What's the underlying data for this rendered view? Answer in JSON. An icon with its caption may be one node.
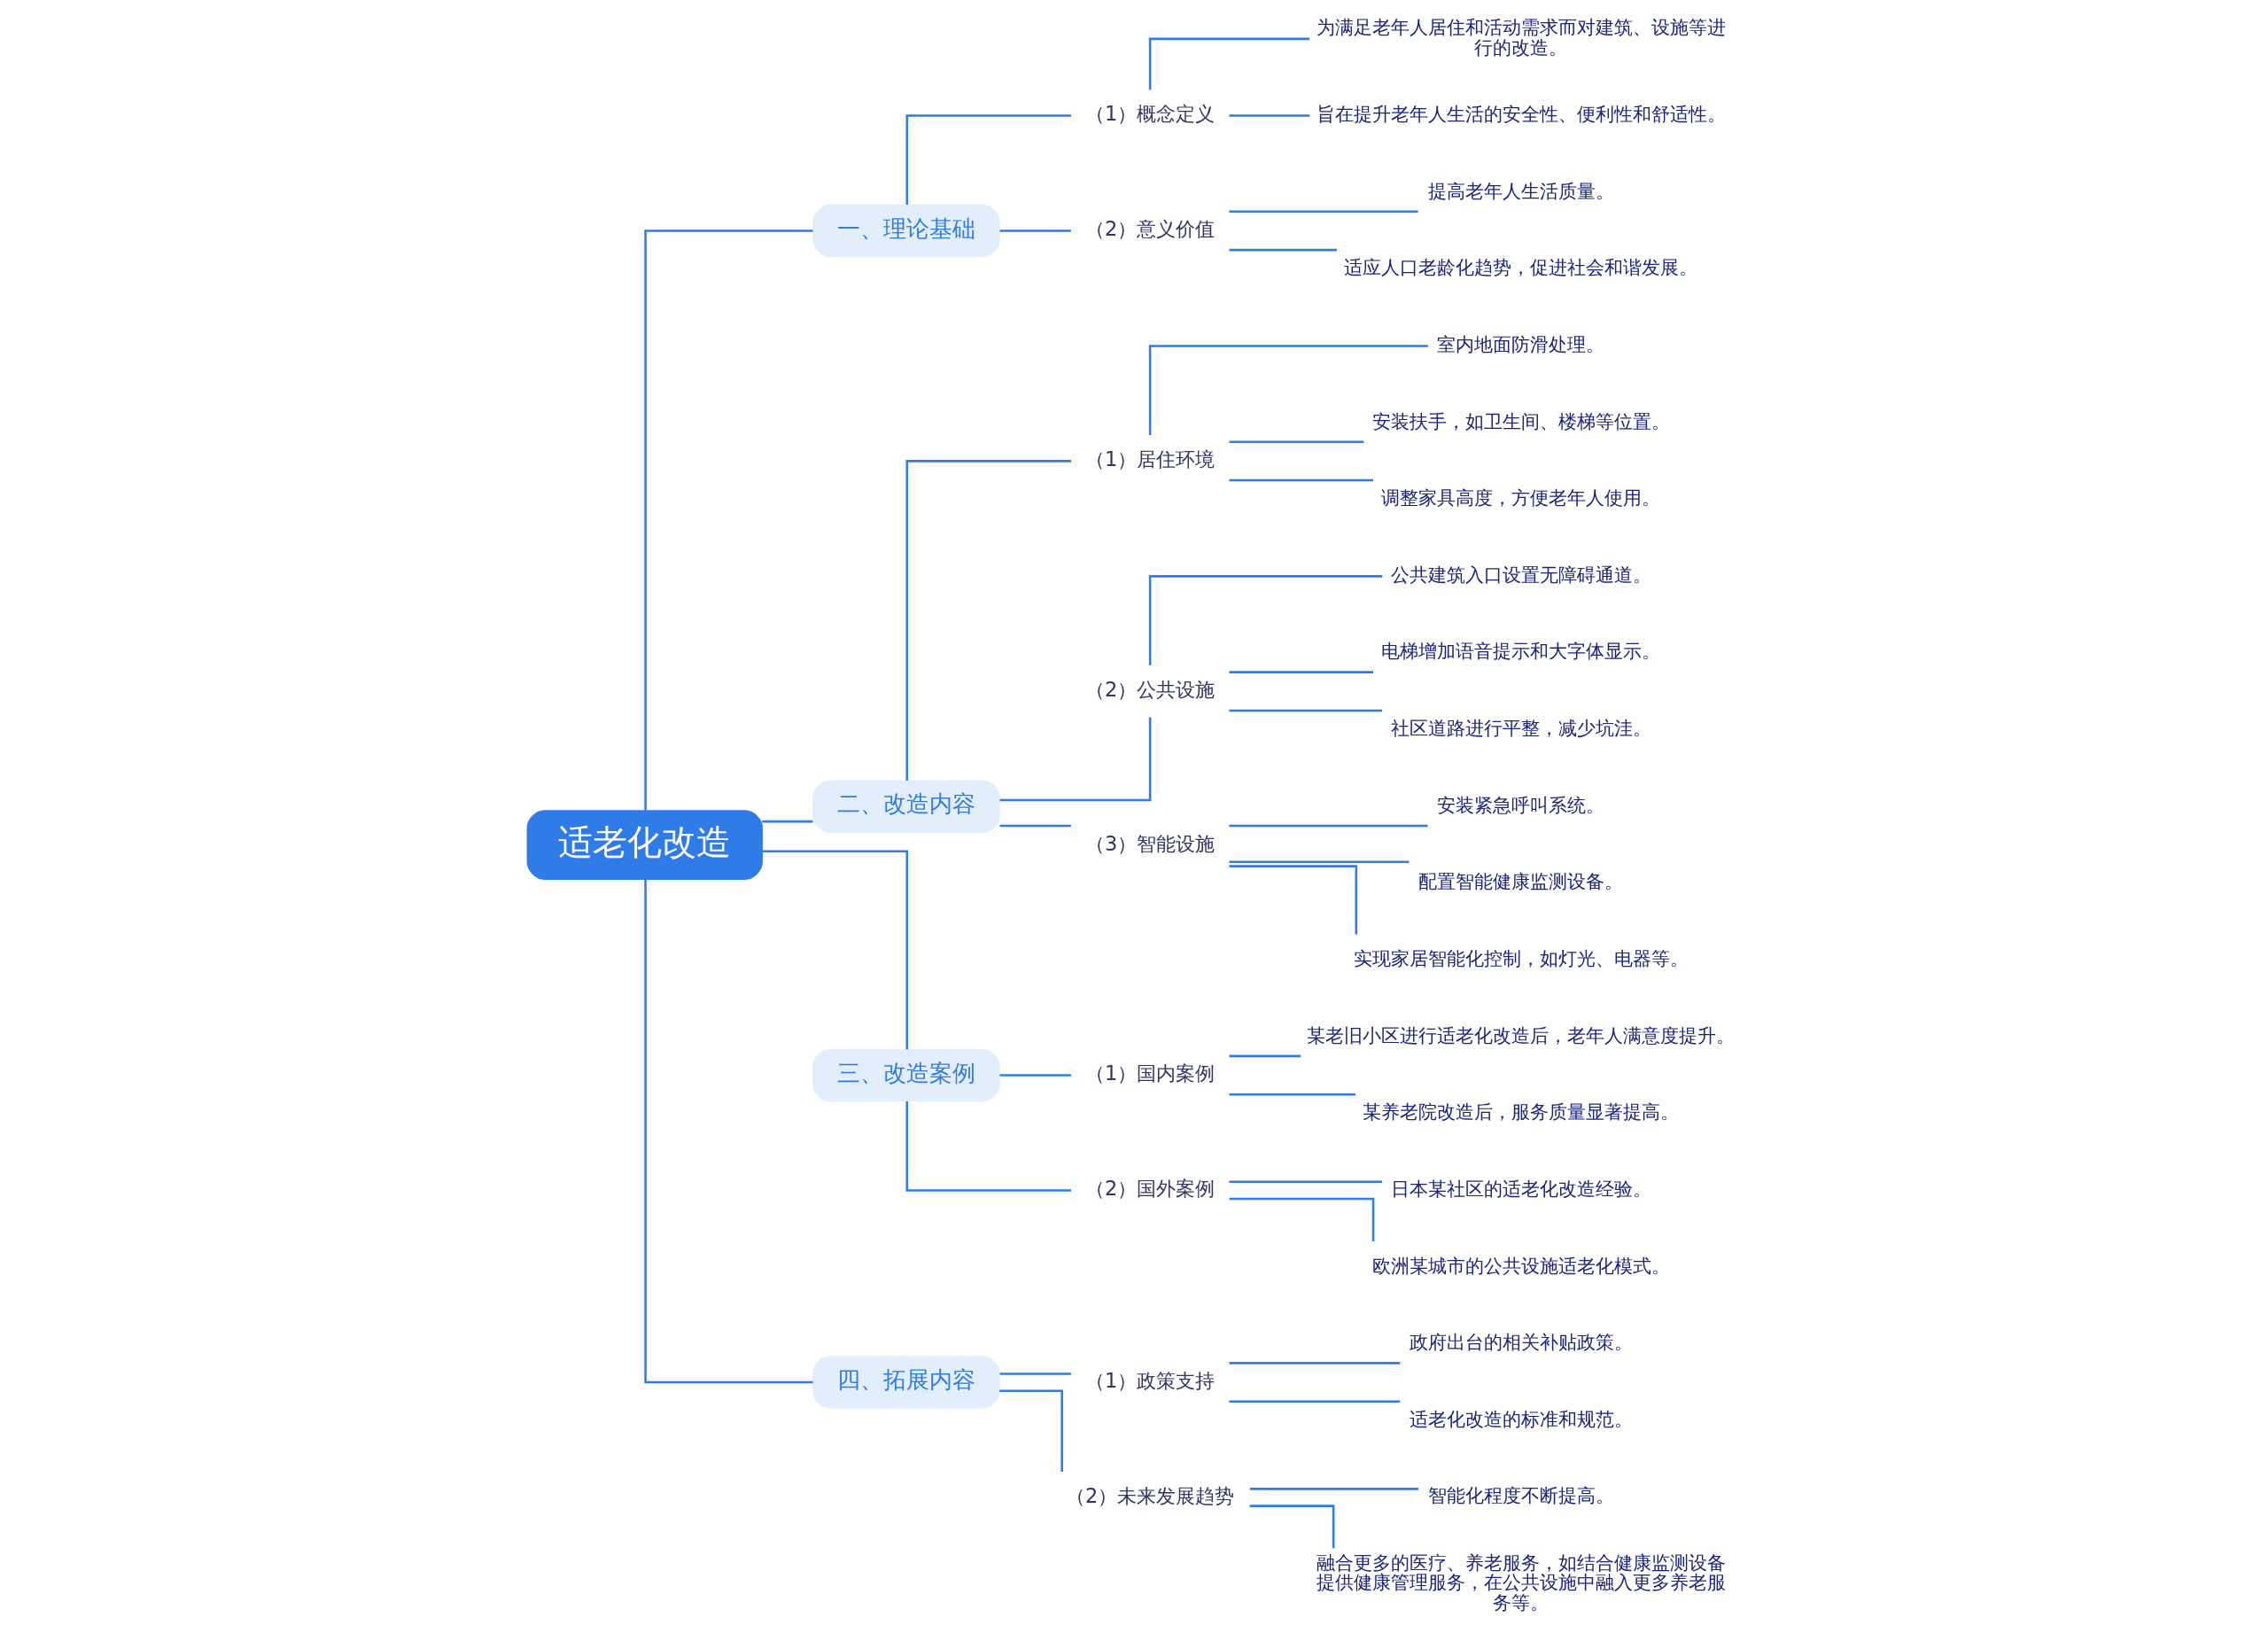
{
  "diagram": {
    "nodes": [
      {
        "text": [
          "适老化改造"
        ]
      },
      {
        "text": [
          "一、理论基础"
        ]
      },
      {
        "text": [
          "（1）概念定义"
        ]
      },
      {
        "text": [
          "为满足老年人居住和活动需求而对建筑、设施等进行的改造。"
        ]
      },
      {
        "text": [
          "旨在提升老年人生活的安全性、便利性和舒适性。"
        ]
      },
      {
        "text": [
          "（2）意义价值"
        ]
      },
      {
        "text": [
          "提高老年人生活质量。"
        ]
      },
      {
        "text": [
          "适应人口老龄化趋势，促进社会和谐发展。"
        ]
      },
      {
        "text": [
          "二、改造内容"
        ]
      },
      {
        "text": [
          "（1）居住环境"
        ]
      },
      {
        "text": [
          "室内地面防滑处理。"
        ]
      },
      {
        "text": [
          "安装扶手，如卫生间、楼梯等位置。"
        ]
      },
      {
        "text": [
          "调整家具高度，方便老年人使用。"
        ]
      },
      {
        "text": [
          "（2）公共设施"
        ]
      },
      {
        "text": [
          "公共建筑入口设置无障碍通道。"
        ]
      },
      {
        "text": [
          "电梯增加语音提示和大字体显示。"
        ]
      },
      {
        "text": [
          "社区道路进行平整，减少坑洼。"
        ]
      },
      {
        "text": [
          "（3）智能设施"
        ]
      },
      {
        "text": [
          "安装紧急呼叫系统。"
        ]
      },
      {
        "text": [
          "配置智能健康监测设备。"
        ]
      },
      {
        "text": [
          "实现家居智能化控制，如灯光、电器等。"
        ]
      },
      {
        "text": [
          "三、改造案例"
        ]
      },
      {
        "text": [
          "（1）国内案例"
        ]
      },
      {
        "text": [
          "某老旧小区进行适老化改造后，老年人满意度提升。"
        ]
      },
      {
        "text": [
          "某养老院改造后，服务质量显著提高。"
        ]
      },
      {
        "text": [
          "（2）国外案例"
        ]
      },
      {
        "text": [
          "日本某社区的适老化改造经验。"
        ]
      },
      {
        "text": [
          "欧洲某城市的公共设施适老化模式。"
        ]
      },
      {
        "text": [
          "四、拓展内容"
        ]
      },
      {
        "text": [
          "（1）政策支持"
        ]
      },
      {
        "text": [
          "政府出台的相关补贴政策。"
        ]
      },
      {
        "text": [
          "适老化改造的标准和规范。"
        ]
      },
      {
        "text": [
          "（2）未来发展趋势"
        ]
      },
      {
        "text": [
          "智能化程度不断提高。"
        ]
      },
      {
        "text": [
          "融合更多的医疗、养老服务，如结合健康监测设备提供健康管理服务，在公共设施中融入更多养老服务等。"
        ]
      }
    ],
    "edges": [
      {
        "from": 0,
        "to": 1,
        "arrow": "none"
      },
      {
        "from": 1,
        "to": 2,
        "arrow": "none"
      },
      {
        "from": 2,
        "to": 3,
        "arrow": "none"
      },
      {
        "from": 2,
        "to": 4,
        "arrow": "none"
      },
      {
        "from": 1,
        "to": 5,
        "arrow": "none"
      },
      {
        "from": 5,
        "to": 6,
        "arrow": "none"
      },
      {
        "from": 5,
        "to": 7,
        "arrow": "none"
      },
      {
        "from": 0,
        "to": 8,
        "arrow": "none"
      },
      {
        "from": 8,
        "to": 9,
        "arrow": "none"
      },
      {
        "from": 9,
        "to": 10,
        "arrow": "none"
      },
      {
        "from": 9,
        "to": 11,
        "arrow": "none"
      },
      {
        "from": 9,
        "to": 12,
        "arrow": "none"
      },
      {
        "from": 8,
        "to": 13,
        "arrow": "none"
      },
      {
        "from": 13,
        "to": 14,
        "arrow": "none"
      },
      {
        "from": 13,
        "to": 15,
        "arrow": "none"
      },
      {
        "from": 13,
        "to": 16,
        "arrow": "none"
      },
      {
        "from": 8,
        "to": 17,
        "arrow": "none"
      },
      {
        "from": 17,
        "to": 18,
        "arrow": "none"
      },
      {
        "from": 17,
        "to": 19,
        "arrow": "none"
      },
      {
        "from": 17,
        "to": 20,
        "arrow": "none"
      },
      {
        "from": 0,
        "to": 21,
        "arrow": "none"
      },
      {
        "from": 21,
        "to": 22,
        "arrow": "none"
      },
      {
        "from": 22,
        "to": 23,
        "arrow": "none"
      },
      {
        "from": 22,
        "to": 24,
        "arrow": "none"
      },
      {
        "from": 21,
        "to": 25,
        "arrow": "none"
      },
      {
        "from": 25,
        "to": 26,
        "arrow": "none"
      },
      {
        "from": 25,
        "to": 27,
        "arrow": "none"
      },
      {
        "from": 0,
        "to": 28,
        "arrow": "none"
      },
      {
        "from": 28,
        "to": 29,
        "arrow": "none"
      },
      {
        "from": 29,
        "to": 30,
        "arrow": "none"
      },
      {
        "from": 29,
        "to": 31,
        "arrow": "none"
      },
      {
        "from": 28,
        "to": 32,
        "arrow": "none"
      },
      {
        "from": 32,
        "to": 33,
        "arrow": "none"
      },
      {
        "from": 32,
        "to": 34,
        "arrow": "none"
      }
    ]
  }
}
